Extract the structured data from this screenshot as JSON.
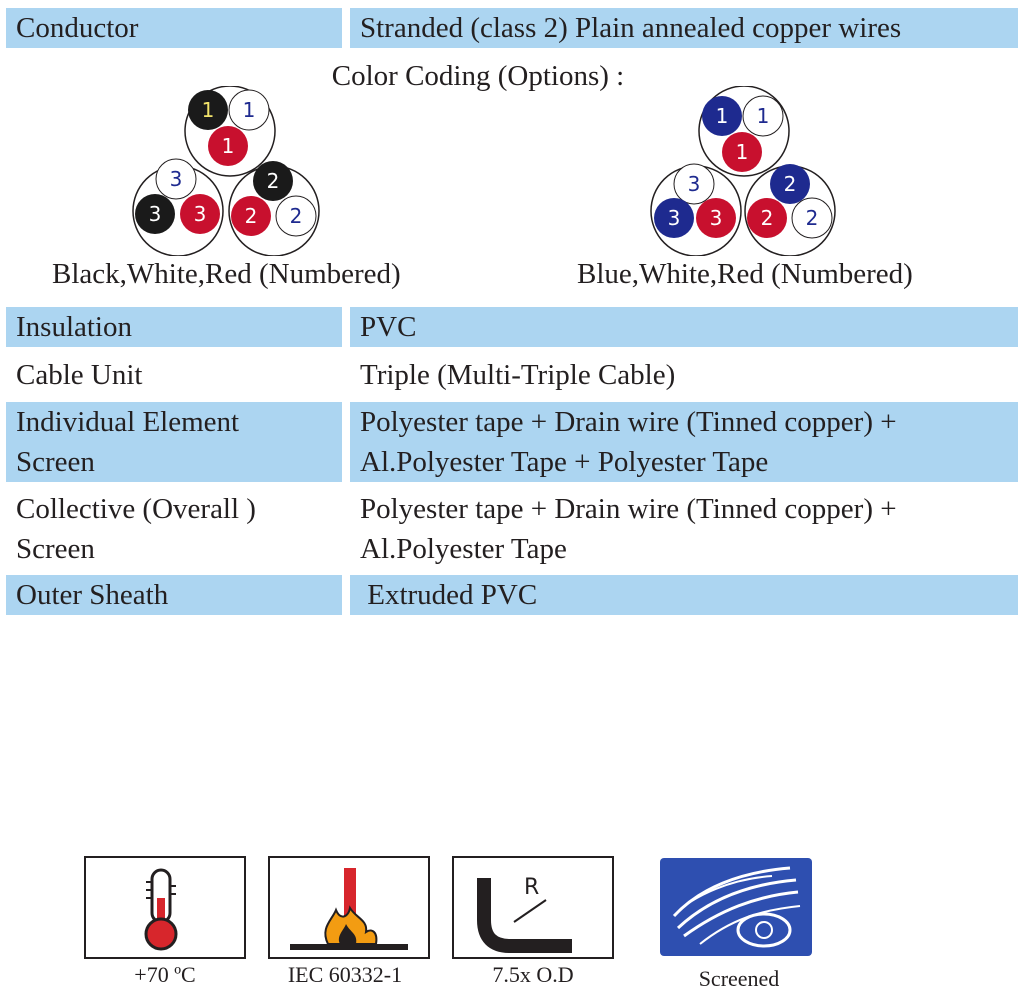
{
  "rows_top": [
    {
      "label": "Conductor",
      "value": "Stranded (class 2) Plain annealed copper wires"
    }
  ],
  "color_coding": {
    "title": "Color Coding (Options) :",
    "option1_caption": "Black,White,Red (Numbered)",
    "option2_caption": "Blue,White,Red (Numbered)",
    "numbers": [
      "1",
      "2",
      "3"
    ],
    "colors": {
      "black": "#1a1a1a",
      "white": "#ffffff",
      "red": "#c8102e",
      "blue": "#1e2a8f",
      "row_blue": "#acd5f1"
    }
  },
  "rows": [
    {
      "label": "Insulation",
      "value": "PVC"
    },
    {
      "label": "Cable Unit",
      "value": "Triple (Multi-Triple Cable)"
    },
    {
      "label_1": "Individual Element",
      "label_2": "Screen",
      "value_1": "Polyester tape + Drain wire (Tinned copper) +",
      "value_2": "Al.Polyester Tape + Polyester Tape"
    },
    {
      "label_1": "Collective (Overall )",
      "label_2": "Screen",
      "value_1": "Polyester tape + Drain wire (Tinned copper) +",
      "value_2": "Al.Polyester Tape"
    },
    {
      "label": "Outer Sheath",
      "value": " Extruded PVC"
    }
  ],
  "icons": [
    {
      "name": "thermometer-icon",
      "label": "+70 ºC"
    },
    {
      "name": "flame-test-icon",
      "label": "IEC 60332-1"
    },
    {
      "name": "bending-radius-icon",
      "label": "7.5x O.D",
      "glyph": "R"
    },
    {
      "name": "screened-icon",
      "label": "Screened"
    }
  ]
}
